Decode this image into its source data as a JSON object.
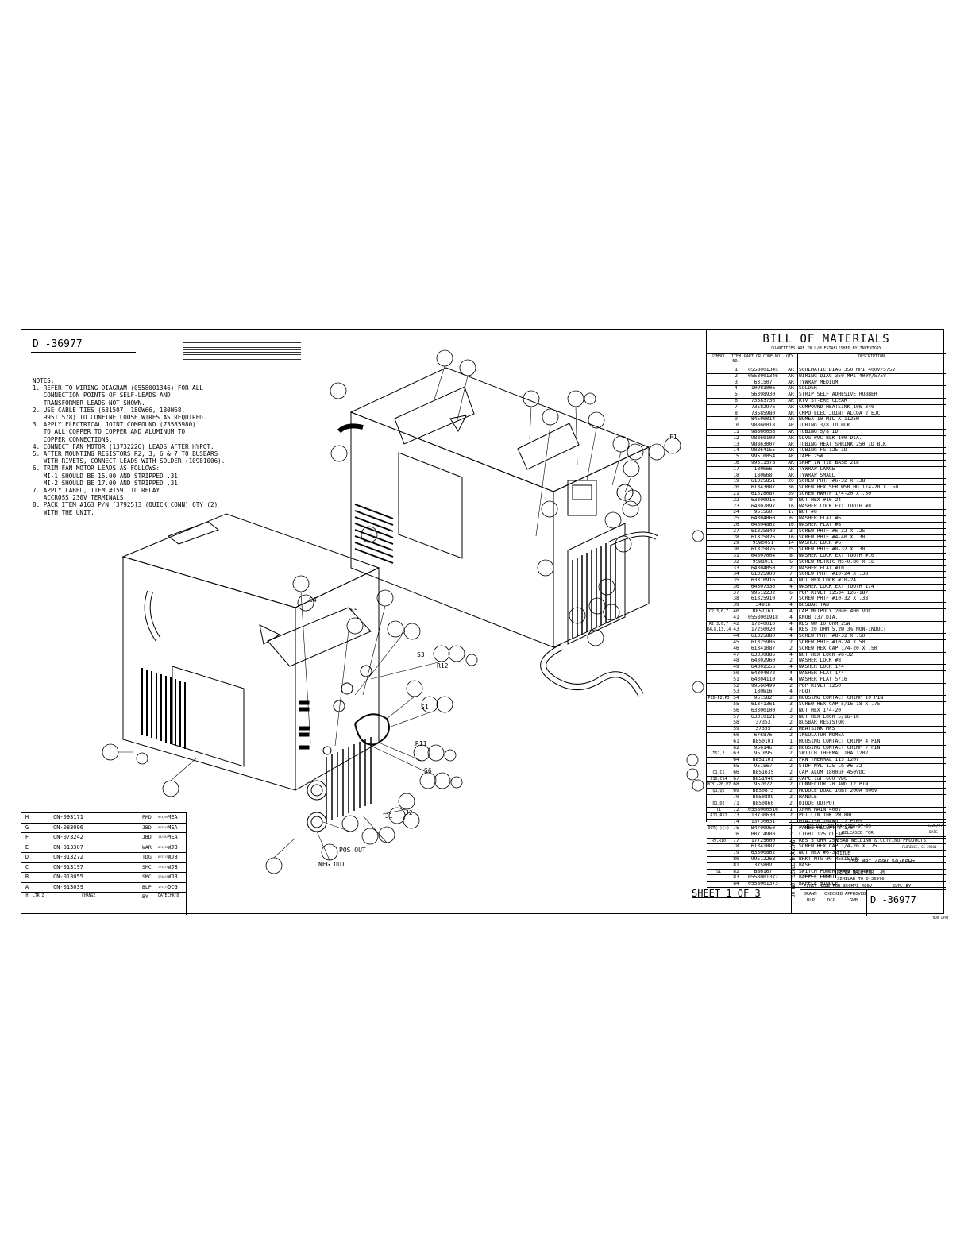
{
  "drawing": {
    "number": "D -36977",
    "sheet": "SHEET 1 OF 3",
    "notes": [
      "NOTES:",
      "1. REFER TO WIRING DIAGRAM (0558001346) FOR ALL",
      "   CONNECTION POINTS OF SELF-LEADS AND",
      "   TRANSFORMER LEADS NOT SHOWN.",
      "2. USE CABLE TIES (631507, 180W66, 180W68,",
      "   99511578) TO CONFINE LOOSE WIRES AS REQUIRED.",
      "3. APPLY ELECTRICAL JOINT COMPOUND (73585980)",
      "   TO ALL COPPER TO COPPER AND ALUMINUM TO",
      "   COPPER CONNECTIONS.",
      "4. CONNECT FAN MOTOR (13732226) LEADS AFTER HYPOT.",
      "5. AFTER MOUNTING RESISTORS R2, 3, 6 & 7 TO BUSBARS",
      "   WITH RIVETS, CONNECT LEADS WITH SOLDER (10981006).",
      "6. TRIM FAN MOTOR LEADS AS FOLLOWS:",
      "   MI-1 SHOULD BE 15.00 AND STRIPPED .31",
      "   MI-2 SHOULD BE 17.00 AND STRIPPED .31",
      "7. APPLY LABEL, ITEM #159, TO RELAY",
      "   ACCROSS 230V TERMINALS",
      "8. PACK ITEM #163 P/N [37925]3 (QUICK CONN) QTY (2)",
      "   WITH THE UNIT."
    ],
    "labels": {
      "f1": "F1",
      "s4": "S4",
      "s5": "S5",
      "s3": "S3",
      "r12": "R12",
      "s1": "S1",
      "r11": "R11",
      "s6": "S6",
      "j1": "J1",
      "j2": "J2",
      "pos_out": "POS OUT",
      "neg_out": "NEG OUT"
    }
  },
  "bom": {
    "title": "BILL OF MATERIALS",
    "subtitle": "QUANTITIES ARE IN U/M ESTABLISHED BY INVENTORY",
    "headers": {
      "symbol": "SYMBOL",
      "item": "ITEM NO.",
      "part": "PART OR CODE NO.",
      "qty": "QTY.",
      "desc": "DESCRIPTION"
    },
    "rows": [
      {
        "sym": "",
        "item": "1",
        "part": "0558001345",
        "qty": "AR",
        "desc": "SCHEMATIC DIAG 350 MPI 400V/575V"
      },
      {
        "sym": "",
        "item": "2",
        "part": "0558001346",
        "qty": "AR",
        "desc": "WIRING DIAG 350 MPI 400V/575V"
      },
      {
        "sym": "",
        "item": "3",
        "part": "631507",
        "qty": "AR",
        "desc": "TYWRAP MEDIUM"
      },
      {
        "sym": "",
        "item": "4",
        "part": "10981006",
        "qty": "AR",
        "desc": "SOLDER"
      },
      {
        "sym": "",
        "item": "5",
        "part": "56398930",
        "qty": "AR",
        "desc": "STRIP SELF ADHESIVE RUBBER"
      },
      {
        "sym": "",
        "item": "6",
        "part": "73583736",
        "qty": "AR",
        "desc": "RTV ST-ERE CLEAR"
      },
      {
        "sym": "",
        "item": "7",
        "part": "73582976",
        "qty": "AR",
        "desc": "COMPOUND HEATSINK 10W 340"
      },
      {
        "sym": "",
        "item": "8",
        "part": "73585980",
        "qty": "AR",
        "desc": "CMPD ELEC JOINT ALCOA 2 EJC"
      },
      {
        "sym": "",
        "item": "9",
        "part": "84500014",
        "qty": "AR",
        "desc": "NOMEX 10 MIL X 1125W"
      },
      {
        "sym": "",
        "item": "10",
        "part": "98860018",
        "qty": "AR",
        "desc": "TUBING 3/8 ID BLK"
      },
      {
        "sym": "",
        "item": "11",
        "part": "98860058",
        "qty": "AR",
        "desc": "TUBING 5/8 ID"
      },
      {
        "sym": "",
        "item": "12",
        "part": "98860100",
        "qty": "AR",
        "desc": "SLVG PVC BLK 100 DIA."
      },
      {
        "sym": "",
        "item": "13",
        "part": "98863007",
        "qty": "AR",
        "desc": "TUBING HEAT SHRINK 250 ID BLK"
      },
      {
        "sym": "",
        "item": "14",
        "part": "98864155",
        "qty": "AR",
        "desc": "TUBING FG 125 ID"
      },
      {
        "sym": "",
        "item": "15",
        "part": "99510054",
        "qty": "AR",
        "desc": "TAPE 25W"
      },
      {
        "sym": "",
        "item": "16",
        "part": "99511578",
        "qty": "AR",
        "desc": "SNAP IN TIE BASE 218"
      },
      {
        "sym": "",
        "item": "17",
        "part": "180W66",
        "qty": "AR",
        "desc": "TYWRAP LARGE"
      },
      {
        "sym": "",
        "item": "18",
        "part": "180W68",
        "qty": "AR",
        "desc": "TYWRAP SMALL"
      },
      {
        "sym": "",
        "item": "19",
        "part": "61325851",
        "qty": "20",
        "desc": "SCREW PHTF #6-32 X .38"
      },
      {
        "sym": "",
        "item": "20",
        "part": "61343087",
        "qty": "36",
        "desc": "SCREW HEX SER WSR HD 1/4-20 X .50"
      },
      {
        "sym": "",
        "item": "21",
        "part": "61328087",
        "qty": "39",
        "desc": "SCREW HWHTF 1/4-20 X .50"
      },
      {
        "sym": "",
        "item": "22",
        "part": "63300916",
        "qty": "9",
        "desc": "NUT HEX #10-24"
      },
      {
        "sym": "",
        "item": "23",
        "part": "64307897",
        "qty": "16",
        "desc": "WASHER LOCK EXT TOOTH #8"
      },
      {
        "sym": "",
        "item": "24",
        "part": "951560",
        "qty": "17",
        "desc": "NUT #8"
      },
      {
        "sym": "",
        "item": "25",
        "part": "64304860",
        "qty": "6",
        "desc": "WASHER FLAT #6"
      },
      {
        "sym": "",
        "item": "26",
        "part": "64304862",
        "qty": "16",
        "desc": "WASHER FLAT #8"
      },
      {
        "sym": "",
        "item": "27",
        "part": "61325849",
        "qty": "3",
        "desc": "SCREW PHTF #6-32 X .25"
      },
      {
        "sym": "",
        "item": "28",
        "part": "61325826",
        "qty": "16",
        "desc": "SCREW PHTF #4-40 X .38"
      },
      {
        "sym": "",
        "item": "29",
        "part": "95W0051",
        "qty": "14",
        "desc": "WASHER LOCK #6"
      },
      {
        "sym": "",
        "item": "30",
        "part": "61325876",
        "qty": "25",
        "desc": "SCREW PHTF #8-32 X .38"
      },
      {
        "sym": "",
        "item": "31",
        "part": "64307004",
        "qty": "8",
        "desc": "WASHER LOCK EXT TOOTH #10"
      },
      {
        "sym": "",
        "item": "32",
        "part": "95W1016",
        "qty": "6",
        "desc": "SCREW METRIC M5-0.80 X 16"
      },
      {
        "sym": "",
        "item": "33",
        "part": "64304050",
        "qty": "2",
        "desc": "WASHER FLAT #10"
      },
      {
        "sym": "",
        "item": "34",
        "part": "61325900",
        "qty": "7",
        "desc": "SCREW PHTF #10-24 X .38"
      },
      {
        "sym": "",
        "item": "35",
        "part": "63310916",
        "qty": "4",
        "desc": "NUT HEX LOCK #10-24"
      },
      {
        "sym": "",
        "item": "36",
        "part": "64307336",
        "qty": "4",
        "desc": "WASHER LOCK EXT TOOTH 1/4"
      },
      {
        "sym": "",
        "item": "37",
        "part": "99512232",
        "qty": "6",
        "desc": "POP RIVET 12534 126-187"
      },
      {
        "sym": "",
        "item": "38",
        "part": "61325910",
        "qty": "7",
        "desc": "SCREW PHTF #10-32 X .38"
      },
      {
        "sym": "",
        "item": "39",
        "part": "34916",
        "qty": "4",
        "desc": "BUSBAR TAB"
      },
      {
        "sym": "C2,3,6,7",
        "item": "40",
        "part": "B851161",
        "qty": "4",
        "desc": "CAP METPOLY 20uF 400 VDC"
      },
      {
        "sym": "",
        "item": "41",
        "part": "0558001918",
        "qty": "4",
        "desc": "KNOB 137 DIA."
      },
      {
        "sym": "R2,3,6,7",
        "item": "42",
        "part": "17240010",
        "qty": "4",
        "desc": "RES WW 10 OHM 25W"
      },
      {
        "sym": "R4,8,13,14",
        "item": "43",
        "part": "17250020",
        "qty": "4",
        "desc": "RES 20 OHM 5.2W 3% NON-INDUCT"
      },
      {
        "sym": "",
        "item": "44",
        "part": "61325880",
        "qty": "4",
        "desc": "SCREW PHTF #8-32 X .50"
      },
      {
        "sym": "",
        "item": "45",
        "part": "61325906",
        "qty": "2",
        "desc": "SCREW PHTF #10-24 X.50"
      },
      {
        "sym": "",
        "item": "46",
        "part": "61341087",
        "qty": "2",
        "desc": "SCREW HEX CAP 1/4-20 X .50"
      },
      {
        "sym": "",
        "item": "47",
        "part": "63330886",
        "qty": "4",
        "desc": "NUT HEX LOCK #6-32"
      },
      {
        "sym": "",
        "item": "48",
        "part": "64302960",
        "qty": "2",
        "desc": "WASHER LOCK #8"
      },
      {
        "sym": "",
        "item": "49",
        "part": "64302556",
        "qty": "4",
        "desc": "WASHER LOCK 1/4"
      },
      {
        "sym": "",
        "item": "50",
        "part": "64304072",
        "qty": "4",
        "desc": "WASHER FLAT 1/4"
      },
      {
        "sym": "",
        "item": "51",
        "part": "64304110",
        "qty": "4",
        "desc": "WASHER FLAT 5/16"
      },
      {
        "sym": "",
        "item": "52",
        "part": "99560499",
        "qty": "2",
        "desc": "POP RIVET 1250"
      },
      {
        "sym": "",
        "item": "53",
        "part": "180W16",
        "qty": "4",
        "desc": "FOOT"
      },
      {
        "sym": "PCB-P2,P3",
        "item": "54",
        "part": "951582",
        "qty": "2",
        "desc": "HOUSING CONTACT CRIMP 10 PIN"
      },
      {
        "sym": "",
        "item": "55",
        "part": "61341361",
        "qty": "3",
        "desc": "SCREW HEX CAP 5/16-18 X .75"
      },
      {
        "sym": "",
        "item": "56",
        "part": "63300100",
        "qty": "2",
        "desc": "NUT HEX 1/4-20"
      },
      {
        "sym": "",
        "item": "57",
        "part": "63310121",
        "qty": "3",
        "desc": "NUT HEX LOCK 5/16-18"
      },
      {
        "sym": "",
        "item": "58",
        "part": "37353",
        "qty": "2",
        "desc": "BUSBAR RESISTOR"
      },
      {
        "sym": "",
        "item": "59",
        "part": "37355",
        "qty": "2",
        "desc": "HEATSINK MFS"
      },
      {
        "sym": "",
        "item": "60",
        "part": "676876",
        "qty": "2",
        "desc": "INSULATOR NOMEX"
      },
      {
        "sym": "",
        "item": "61",
        "part": "B850101",
        "qty": "1",
        "desc": "HOUSING CONTACT CRIMP 4 PIN"
      },
      {
        "sym": "",
        "item": "62",
        "part": "956146",
        "qty": "2",
        "desc": "HOUSING CONTACT CRIMP 7 PIN"
      },
      {
        "sym": "TS1,2",
        "item": "63",
        "part": "951095",
        "qty": "2",
        "desc": "SWITCH THERMAL 10A 120V"
      },
      {
        "sym": "",
        "item": "64",
        "part": "B851101",
        "qty": "2",
        "desc": "FAN THERMAL 115 120V"
      },
      {
        "sym": "",
        "item": "65",
        "part": "951567",
        "qty": "2",
        "desc": "STDF NYL 125 LG #6-32"
      },
      {
        "sym": "C1,C5",
        "item": "66",
        "part": "B851635",
        "qty": "2",
        "desc": "CAP ALUM 1800uF 450VDC"
      },
      {
        "sym": "C10,C14",
        "item": "67",
        "part": "B851940",
        "qty": "2",
        "desc": "CAPC 1uF 600 VDC"
      },
      {
        "sym": "PCB1-P6,P7",
        "item": "68",
        "part": "952072",
        "qty": "2",
        "desc": "CONNECTOR 20 AWG 12 PIN"
      },
      {
        "sym": "Q1,Q2",
        "item": "69",
        "part": "B850873",
        "qty": "2",
        "desc": "MODULE DUAL IGBT 200A 600V"
      },
      {
        "sym": "",
        "item": "70",
        "part": "B850889",
        "qty": "2",
        "desc": "HANDLE"
      },
      {
        "sym": "D1,D2",
        "item": "71",
        "part": "B850860",
        "qty": "2",
        "desc": "DIODE OUTPUT"
      },
      {
        "sym": "T1",
        "item": "72",
        "part": "0558000516",
        "qty": "1",
        "desc": "XFMR MAIN 400V"
      },
      {
        "sym": "R11,R12",
        "item": "73",
        "part": "13730630",
        "qty": "2",
        "desc": "POT LIN 10K 2W 88L"
      },
      {
        "sym": "",
        "item": "74",
        "part": "13730631",
        "qty": "1",
        "desc": "MTA-156 20AWG 12 PINS"
      },
      {
        "sym": "OUT(-)(+)",
        "item": "75",
        "part": "B4700950",
        "qty": "2",
        "desc": "PANEL RECEPT 2-1/0"
      },
      {
        "sym": "",
        "item": "76",
        "part": "B0714980",
        "qty": "2",
        "desc": "LIGHT 125 CLEAR"
      },
      {
        "sym": "R9,R10",
        "item": "77",
        "part": "17725000",
        "qty": "2",
        "desc": "RES 5 OHM 25W"
      },
      {
        "sym": "",
        "item": "78",
        "part": "61341087",
        "qty": "2",
        "desc": "SCREW HEX CAP 1/4-20 X .75"
      },
      {
        "sym": "",
        "item": "79",
        "part": "63300862",
        "qty": "1",
        "desc": "NUT HEX #6-32"
      },
      {
        "sym": "",
        "item": "80",
        "part": "99512268",
        "qty": "2",
        "desc": "BRKT MTG #9 RESISTOR"
      },
      {
        "sym": "",
        "item": "81",
        "part": "37580V",
        "qty": "1",
        "desc": "BASE"
      },
      {
        "sym": "S1",
        "item": "82",
        "part": "B86167",
        "qty": "1",
        "desc": "SWITCH POWER 600V 63 AMP"
      },
      {
        "sym": "",
        "item": "83",
        "part": "0558001372",
        "qty": "1",
        "desc": "BAFFLE FRONT"
      },
      {
        "sym": "",
        "item": "84",
        "part": "0558001373",
        "qty": "1",
        "desc": "BAFFLE MIDDLE"
      }
    ]
  },
  "revisions": {
    "headers": {
      "ltr": "H",
      "zone": "LTR ZONE",
      "change": "CHANGE",
      "by": "BY",
      "date": "DATE",
      "chkd": "CHK'D"
    },
    "rows": [
      {
        "ltr": "H",
        "change": "CN-093171",
        "by": "PMD",
        "date": "9/3/99",
        "chk": "MEA"
      },
      {
        "ltr": "G",
        "change": "CN-083096",
        "by": "JBD",
        "date": "6/25/98",
        "chk": "MEA"
      },
      {
        "ltr": "F",
        "change": "CN-073242",
        "by": "JBD",
        "date": "10/28/97",
        "chk": "MEA"
      },
      {
        "ltr": "E",
        "change": "CN-013307",
        "by": "WAR",
        "date": "8/1/96",
        "chk": "WJB"
      },
      {
        "ltr": "D",
        "change": "CN-013272",
        "by": "TDG",
        "date": "6/27/96",
        "chk": "WJB"
      },
      {
        "ltr": "C",
        "change": "CN-013197",
        "by": "SMC",
        "date": "7/24/96",
        "chk": "WJB"
      },
      {
        "ltr": "B",
        "change": "CN-013055",
        "by": "SMC",
        "date": "2/26/96",
        "chk": "WJB"
      },
      {
        "ltr": "A",
        "change": "CN-013039",
        "by": "BLP",
        "date": "1/11/95",
        "chk": "DCG"
      }
    ]
  },
  "title_block": {
    "english_dwg": "ENGLISH DWG",
    "pa": "PA-6100-97-09",
    "released_for": "RELEASED FOR",
    "date": "6/25/97",
    "date_label": "DATE",
    "company": "ESAB WELDING & CUTTING PRODUCTS",
    "city": "FLORENCE, SC 29501",
    "title_label": "TITLE",
    "title": "350 MPI 400V 50/60Hz",
    "scale": "SCALE .375",
    "similar": "SIMILAR TO D-36976",
    "refer": "REFER MADE FOR  -M",
    "first_made": "FIRST MADE FOR 350MPI 400V",
    "sup": "SUP. BY",
    "drawn": "DRAWN",
    "checked": "CHECKED",
    "approved": "APPROVED",
    "drawn_by": "BLP",
    "checked_by": "DCG",
    "approved_by": "GWB",
    "number": "D -36977",
    "nov": "NOV 1994",
    "vertical": "DO NOT SCALE DRAWING"
  }
}
